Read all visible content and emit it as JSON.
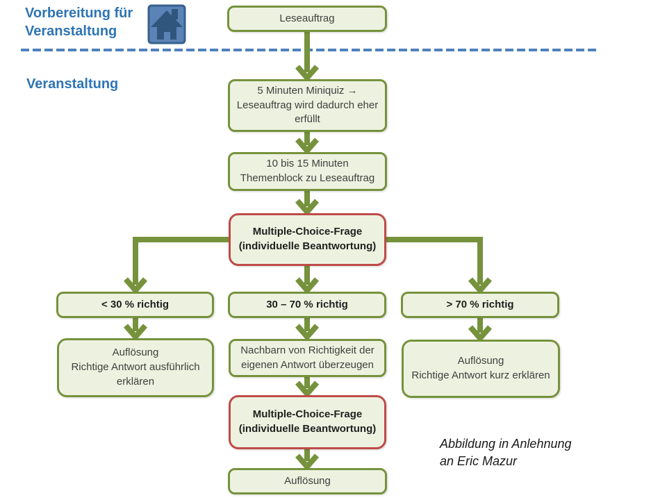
{
  "slide": {
    "section_top_label": "Vorbereitung für\nVeranstaltung",
    "section_bottom_label": "Veranstaltung"
  },
  "colors": {
    "accent_blue": "#2E74B5",
    "divider_blue": "#4F81BD",
    "green_border": "#76923C",
    "arrow_green": "#76923C",
    "box_fill": "#EDF2E0",
    "red_border": "#BE4B48",
    "home_button_fill": "#5B83B6",
    "home_button_border": "#36618E"
  },
  "icons": {
    "home": "home-icon"
  },
  "nodes": {
    "leseauftrag": {
      "label": "Leseauftrag"
    },
    "miniquiz": {
      "label": "5 Minuten Miniquiz →\nLeseauftrag wird dadurch eher\nerfüllt"
    },
    "themenblock": {
      "label": "10 bis 15 Minuten\nThemenblock zu Leseauftrag"
    },
    "mc_frage_1": {
      "label": "Multiple-Choice-Frage\n(individuelle Beantwortung)"
    },
    "unter_30": {
      "label": "< 30 % richtig"
    },
    "zwischen_30_70": {
      "label": "30 – 70 % richtig"
    },
    "ueber_70": {
      "label": "> 70 % richtig"
    },
    "aufloesung_ausfuehrlich": {
      "label": "Auflösung\nRichtige Antwort ausführlich\nerklären"
    },
    "nachbarn": {
      "label": "Nachbarn von Richtigkeit der\neigenen Antwort überzeugen"
    },
    "aufloesung_kurz": {
      "label": "Auflösung\nRichtige Antwort kurz erklären"
    },
    "mc_frage_2": {
      "label": "Multiple-Choice-Frage\n(individuelle Beantwortung)"
    },
    "aufloesung": {
      "label": "Auflösung"
    }
  },
  "edges": [
    {
      "from": "leseauftrag",
      "to": "miniquiz"
    },
    {
      "from": "miniquiz",
      "to": "themenblock"
    },
    {
      "from": "themenblock",
      "to": "mc_frage_1"
    },
    {
      "from": "mc_frage_1",
      "to": "unter_30"
    },
    {
      "from": "mc_frage_1",
      "to": "zwischen_30_70"
    },
    {
      "from": "mc_frage_1",
      "to": "ueber_70"
    },
    {
      "from": "unter_30",
      "to": "aufloesung_ausfuehrlich"
    },
    {
      "from": "zwischen_30_70",
      "to": "nachbarn"
    },
    {
      "from": "ueber_70",
      "to": "aufloesung_kurz"
    },
    {
      "from": "nachbarn",
      "to": "mc_frage_2"
    },
    {
      "from": "mc_frage_2",
      "to": "aufloesung"
    }
  ],
  "footer": {
    "attribution": "Abbildung in Anlehnung\nan Eric Mazur"
  }
}
